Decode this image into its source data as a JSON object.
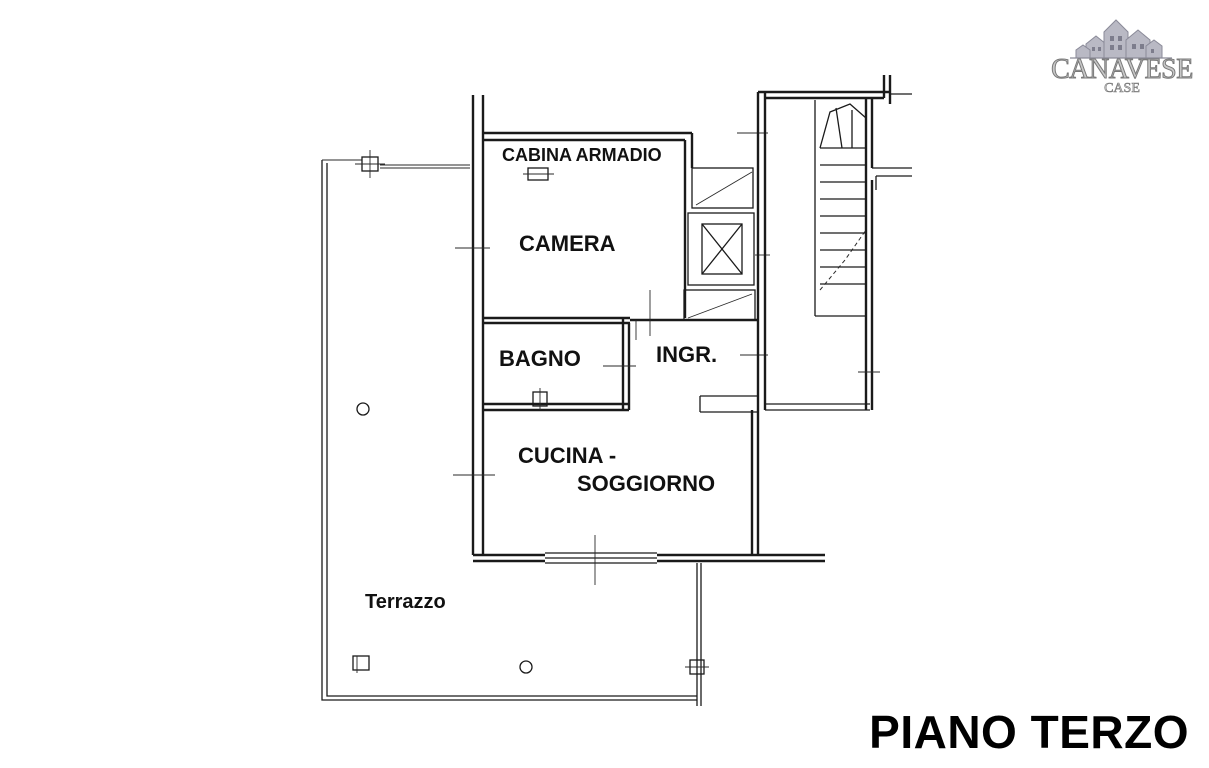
{
  "brand": {
    "name": "CANAVESE",
    "sub": "CASE",
    "logo_icon": "houses-skyline-icon",
    "logo_color": "#9a9aa8"
  },
  "floor_title": "PIANO TERZO",
  "rooms": {
    "cabina_armadio": "CABINA ARMADIO",
    "camera": "CAMERA",
    "bagno": "BAGNO",
    "ingresso": "INGR.",
    "cucina_line1": "CUCINA -",
    "cucina_line2": "SOGGIORNO",
    "terrazzo": "Terrazzo"
  },
  "colors": {
    "ink": "#1a1a1a",
    "background": "#ffffff"
  }
}
